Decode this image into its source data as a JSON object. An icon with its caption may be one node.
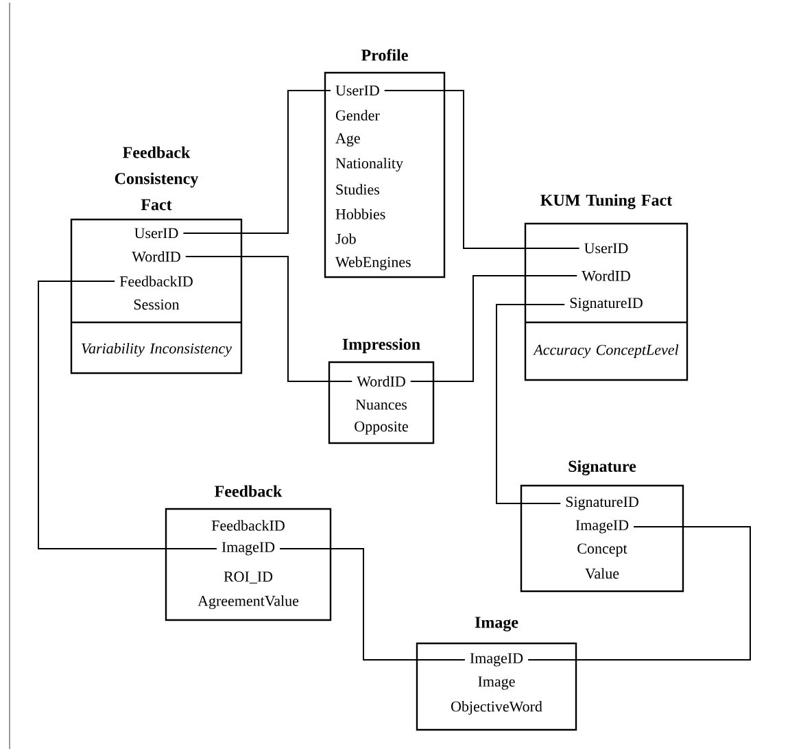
{
  "diagram": {
    "nodes": [
      {
        "text": [
          "Profile"
        ]
      },
      {
        "text": [
          "UserID"
        ],
        "in": 0
      },
      {
        "text": [
          "Gender"
        ],
        "in": 0
      },
      {
        "text": [
          "Age"
        ],
        "in": 0
      },
      {
        "text": [
          "Nationality"
        ],
        "in": 0
      },
      {
        "text": [
          "Studies"
        ],
        "in": 0
      },
      {
        "text": [
          "Hobbies"
        ],
        "in": 0
      },
      {
        "text": [
          "Job"
        ],
        "in": 0
      },
      {
        "text": [
          "WebEngines"
        ],
        "in": 0
      },
      {
        "text": [
          "Feedback Consistency Fact",
          "Variability Inconsistency"
        ]
      },
      {
        "text": [
          "UserID"
        ],
        "in": 9
      },
      {
        "text": [
          "WordID"
        ],
        "in": 9
      },
      {
        "text": [
          "FeedbackID"
        ],
        "in": 9
      },
      {
        "text": [
          "Session"
        ],
        "in": 9
      },
      {
        "text": [
          "KUM Tuning Fact",
          "Accuracy ConceptLevel"
        ]
      },
      {
        "text": [
          "UserID"
        ],
        "in": 14
      },
      {
        "text": [
          "WordID"
        ],
        "in": 14
      },
      {
        "text": [
          "SignatureID"
        ],
        "in": 14
      },
      {
        "text": [
          "Impression"
        ]
      },
      {
        "text": [
          "WordID"
        ],
        "in": 18
      },
      {
        "text": [
          "Nuances"
        ],
        "in": 18
      },
      {
        "text": [
          "Opposite"
        ],
        "in": 18
      },
      {
        "text": [
          "Signature"
        ]
      },
      {
        "text": [
          "SignatureID"
        ],
        "in": 22
      },
      {
        "text": [
          "ImageID"
        ],
        "in": 22
      },
      {
        "text": [
          "Concept"
        ],
        "in": 22
      },
      {
        "text": [
          "Value"
        ],
        "in": 22
      },
      {
        "text": [
          "Feedback"
        ]
      },
      {
        "text": [
          "FeedbackID"
        ],
        "in": 27
      },
      {
        "text": [
          "ImageID"
        ],
        "in": 27
      },
      {
        "text": [
          "ROI_ID"
        ],
        "in": 27
      },
      {
        "text": [
          "AgreementValue"
        ],
        "in": 27
      },
      {
        "text": [
          "Image"
        ]
      },
      {
        "text": [
          "ImageID"
        ],
        "in": 32
      },
      {
        "text": [
          "Image"
        ],
        "in": 32
      },
      {
        "text": [
          "ObjectiveWord"
        ],
        "in": 32
      }
    ],
    "edges": [
      {
        "from": 1,
        "to": 15,
        "arrow": "none"
      },
      {
        "from": 10,
        "to": 1,
        "arrow": "none"
      },
      {
        "from": 11,
        "to": 19,
        "arrow": "none"
      },
      {
        "from": 12,
        "to": 29,
        "arrow": "none"
      },
      {
        "from": 19,
        "to": 16,
        "arrow": "none"
      },
      {
        "from": 17,
        "to": 23,
        "arrow": "none"
      },
      {
        "from": 29,
        "to": 33,
        "arrow": "none"
      },
      {
        "from": 24,
        "to": 33,
        "arrow": "none"
      }
    ]
  }
}
